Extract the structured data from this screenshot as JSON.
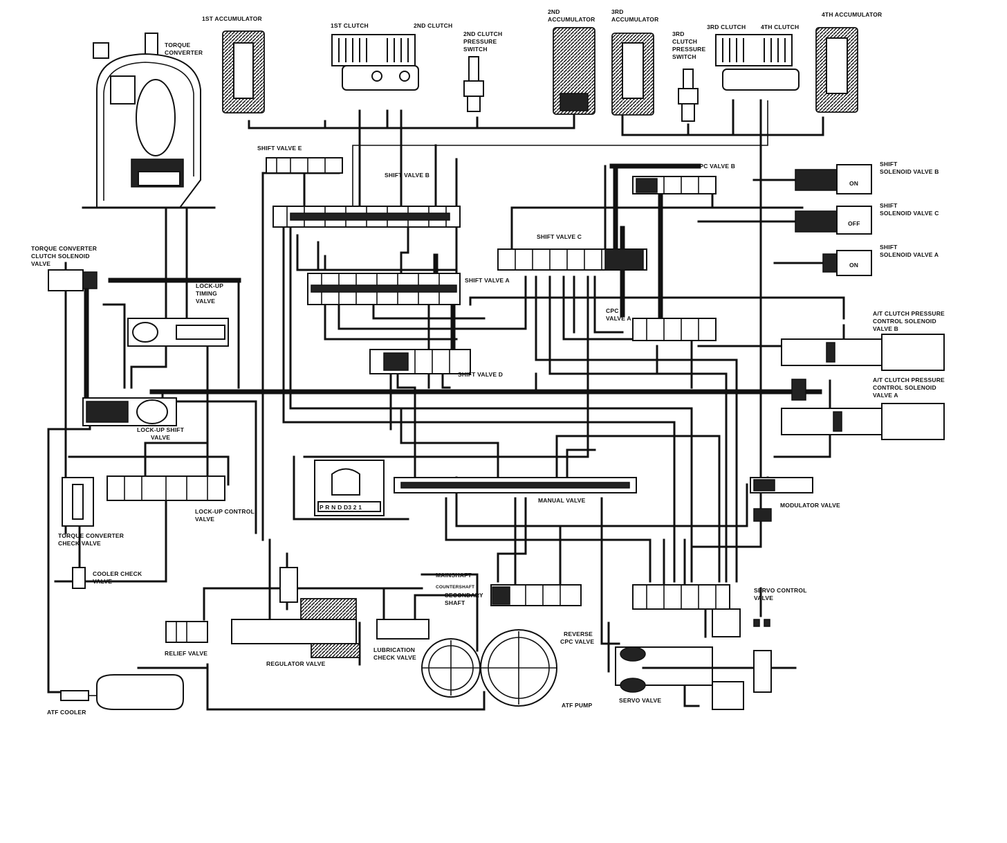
{
  "labels": {
    "torque_converter": [
      "TORQUE",
      "CONVERTER"
    ],
    "first_accumulator": [
      "1ST ACCUMULATOR"
    ],
    "first_clutch": [
      "1ST CLUTCH"
    ],
    "second_clutch": [
      "2ND CLUTCH"
    ],
    "second_clutch_pressure_switch": [
      "2ND CLUTCH",
      "PRESSURE",
      "SWITCH"
    ],
    "second_accumulator": [
      "2ND",
      "ACCUMULATOR"
    ],
    "third_accumulator": [
      "3RD",
      "ACCUMULATOR"
    ],
    "third_clutch_pressure_switch": [
      "3RD",
      "CLUTCH",
      "PRESSURE",
      "SWITCH"
    ],
    "third_clutch": [
      "3RD CLUTCH"
    ],
    "fourth_clutch": [
      "4TH CLUTCH"
    ],
    "fourth_accumulator": [
      "4TH ACCUMULATOR"
    ],
    "shift_valve_e": [
      "SHIFT VALVE E"
    ],
    "shift_valve_b": [
      "SHIFT VALVE B"
    ],
    "cpc_valve_b": [
      "CPC VALVE B"
    ],
    "shift_solenoid_b": [
      "SHIFT",
      "SOLENOID VALVE B"
    ],
    "shift_solenoid_c": [
      "SHIFT",
      "SOLENOID VALVE C"
    ],
    "shift_solenoid_a": [
      "SHIFT",
      "SOLENOID VALVE A"
    ],
    "shift_valve_c": [
      "SHIFT VALVE C"
    ],
    "shift_valve_a": [
      "SHIFT VALVE A"
    ],
    "tcc_solenoid": [
      "TORQUE CONVERTER",
      "CLUTCH SOLENOID",
      "VALVE"
    ],
    "lockup_timing": [
      "LOCK-UP",
      "TIMING",
      "VALVE"
    ],
    "cpc_valve_a": [
      "CPC",
      "VALVE A"
    ],
    "at_cpc_solenoid_b": [
      "A/T CLUTCH PRESSURE",
      "CONTROL SOLENOID",
      "VALVE B"
    ],
    "shift_valve_d": [
      "SHIFT VALVE D"
    ],
    "at_cpc_solenoid_a": [
      "A/T CLUTCH PRESSURE",
      "CONTROL SOLENOID",
      "VALVE A"
    ],
    "lockup_shift": [
      "LOCK-UP SHIFT",
      "VALVE"
    ],
    "modulator": [
      "MODULATOR VALVE"
    ],
    "manual": [
      "MANUAL VALVE"
    ],
    "lockup_control": [
      "LOCK-UP CONTROL",
      "VALVE"
    ],
    "tc_check": [
      "TORQUE CONVERTER",
      "CHECK VALVE"
    ],
    "cooler_check": [
      "COOLER CHECK",
      "VALVE"
    ],
    "mainshaft": [
      "MAINSHAFT"
    ],
    "countershaft": [
      "COUNTERSHAFT"
    ],
    "secondary_shaft": [
      "SECONDARY",
      "SHAFT"
    ],
    "servo_control": [
      "SERVO CONTROL",
      "VALVE"
    ],
    "reverse_cpc": [
      "REVERSE",
      "CPC VALVE"
    ],
    "relief": [
      "RELIEF VALVE"
    ],
    "regulator": [
      "REGULATOR VALVE"
    ],
    "lubrication_check": [
      "LUBRICATION",
      "CHECK VALVE"
    ],
    "atf_pump": [
      "ATF PUMP"
    ],
    "servo_valve": [
      "SERVO VALVE"
    ],
    "atf_cooler": [
      "ATF COOLER"
    ]
  },
  "solenoid_states": {
    "shift_solenoid_b": "ON",
    "shift_solenoid_c": "OFF",
    "shift_solenoid_a": "ON"
  },
  "manual_valve_positions": "P R N D D3 2 1"
}
